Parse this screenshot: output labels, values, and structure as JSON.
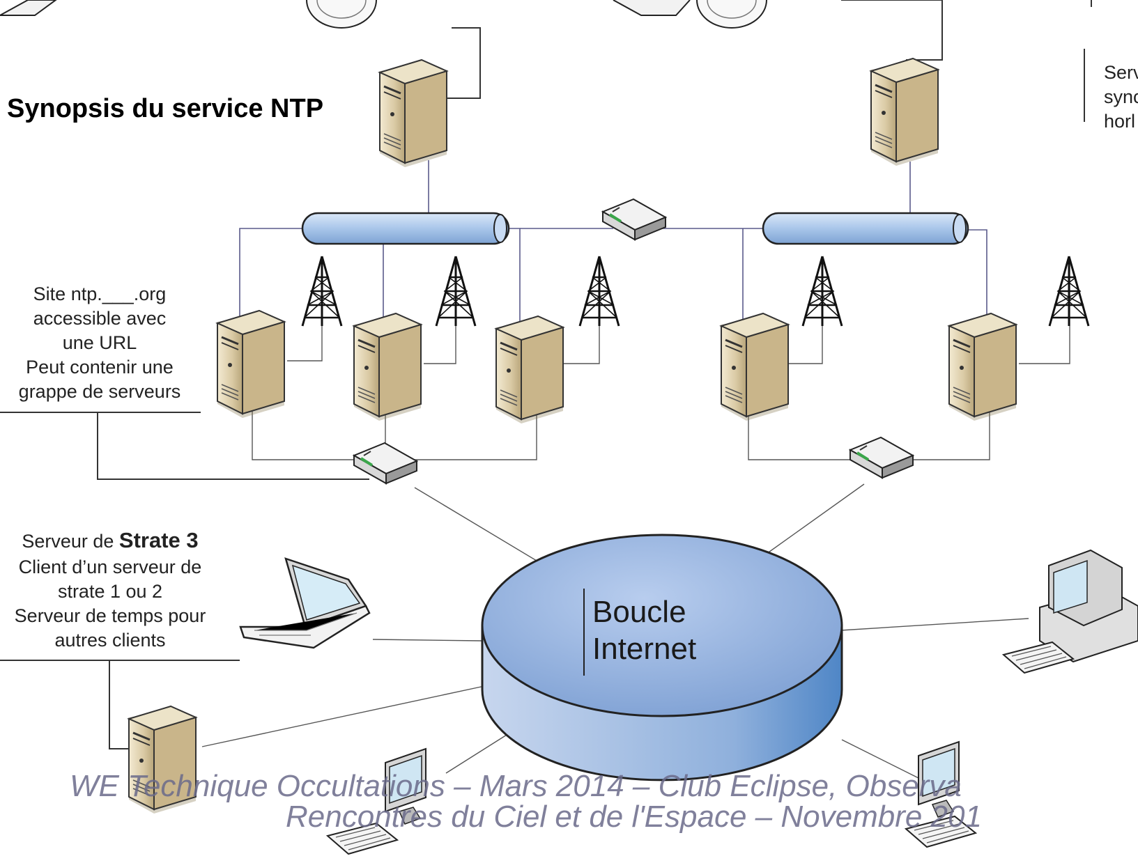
{
  "title": "Synopsis du service NTP",
  "cloud_label": [
    "Boucle",
    "Internet"
  ],
  "site_note": [
    "Site ntp.___.org",
    "accessible avec",
    "une URL",
    "Peut contenir une",
    "grappe de serveurs"
  ],
  "strate3_note": {
    "prefix": "Serveur de ",
    "bold": "Strate 3",
    "lines": [
      "Client d’un serveur de",
      "strate 1 ou 2",
      "Serveur de temps pour",
      "autres clients"
    ]
  },
  "top_right_note": [
    "Serv",
    "sync",
    "horl"
  ],
  "footer": [
    "WE Technique Occultations – Mars 2014 – Club Eclipse, Observa",
    "Rencontres du Ciel et de l'Espace – Novembre 201"
  ],
  "colors": {
    "cloud_top": "#9fb8e0",
    "cloud_side": "#6f9fd4",
    "bus_pipe": "#a9c6ea",
    "server_body": "#d9c9a3"
  },
  "icons": [
    "clock-icon",
    "server-icon",
    "router-icon",
    "antenna-tower-icon",
    "laptop-icon",
    "desktop-computer-icon",
    "monitor-icon",
    "keyboard-icon"
  ]
}
